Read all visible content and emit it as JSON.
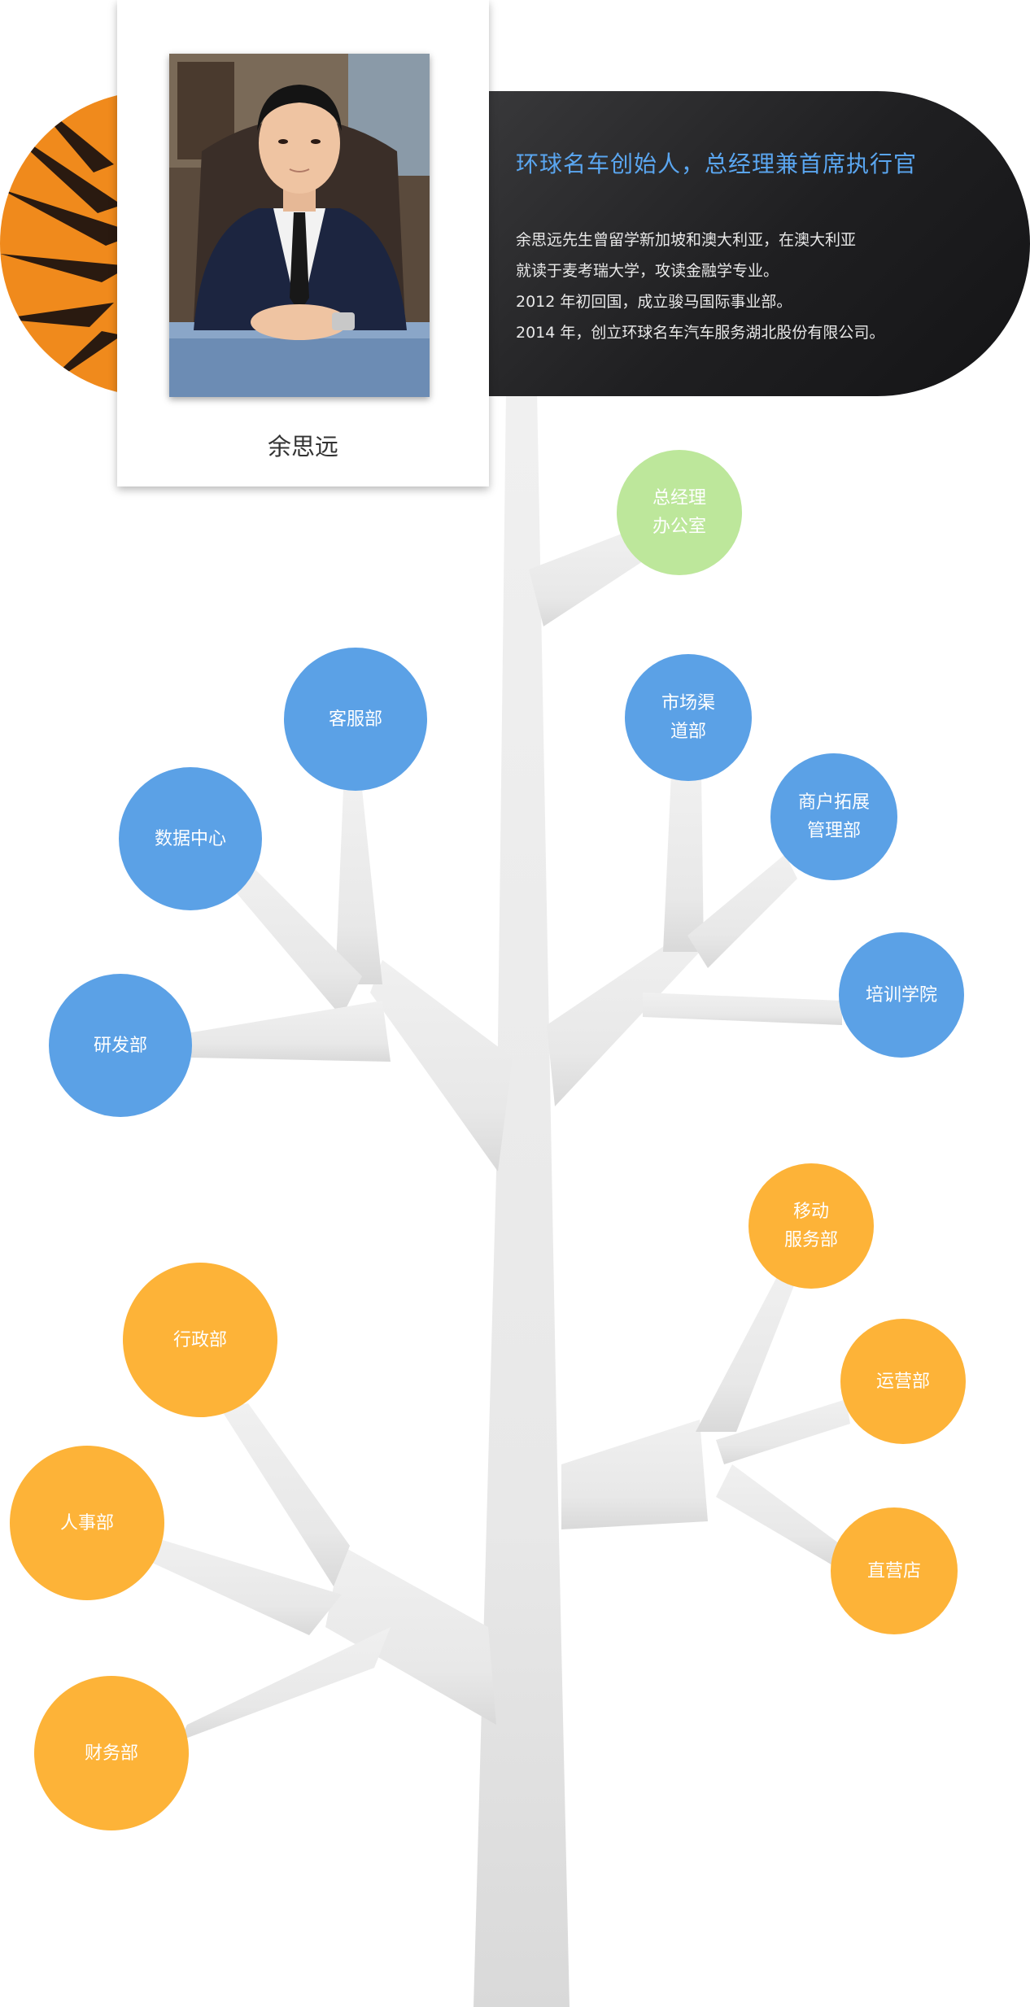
{
  "colors": {
    "accent_title": "#5aa6f0",
    "banner_dark": "#1f1f21",
    "banner_orange": "#f08a1c",
    "leader": "#bde79b",
    "front_office": "#5ba1e6",
    "back_office": "#fdb338",
    "trunk": "#e6e6e6"
  },
  "founder": {
    "name": "余思远",
    "title": "环球名车创始人，总经理兼首席执行官",
    "bio": [
      "余思远先生曾留学新加坡和澳大利亚，在澳大利亚",
      "就读于麦考瑞大学，攻读金融学专业。",
      "2012 年初回国，成立骏马国际事业部。",
      "2014 年，创立环球名车汽车服务湖北股份有限公司。"
    ]
  },
  "departments": {
    "gm_office": [
      "总经理",
      "办公室"
    ],
    "customer_service": [
      "客服部"
    ],
    "data_center": [
      "数据中心"
    ],
    "rnd": [
      "研发部"
    ],
    "market_channel": [
      "市场渠",
      "道部"
    ],
    "merchant_expansion": [
      "商户拓展",
      "管理部"
    ],
    "training_academy": [
      "培训学院"
    ],
    "mobile_service": [
      "移动",
      "服务部"
    ],
    "admin": [
      "行政部"
    ],
    "operations": [
      "运营部"
    ],
    "hr": [
      "人事部"
    ],
    "direct_store": [
      "直营店"
    ],
    "finance": [
      "财务部"
    ]
  }
}
